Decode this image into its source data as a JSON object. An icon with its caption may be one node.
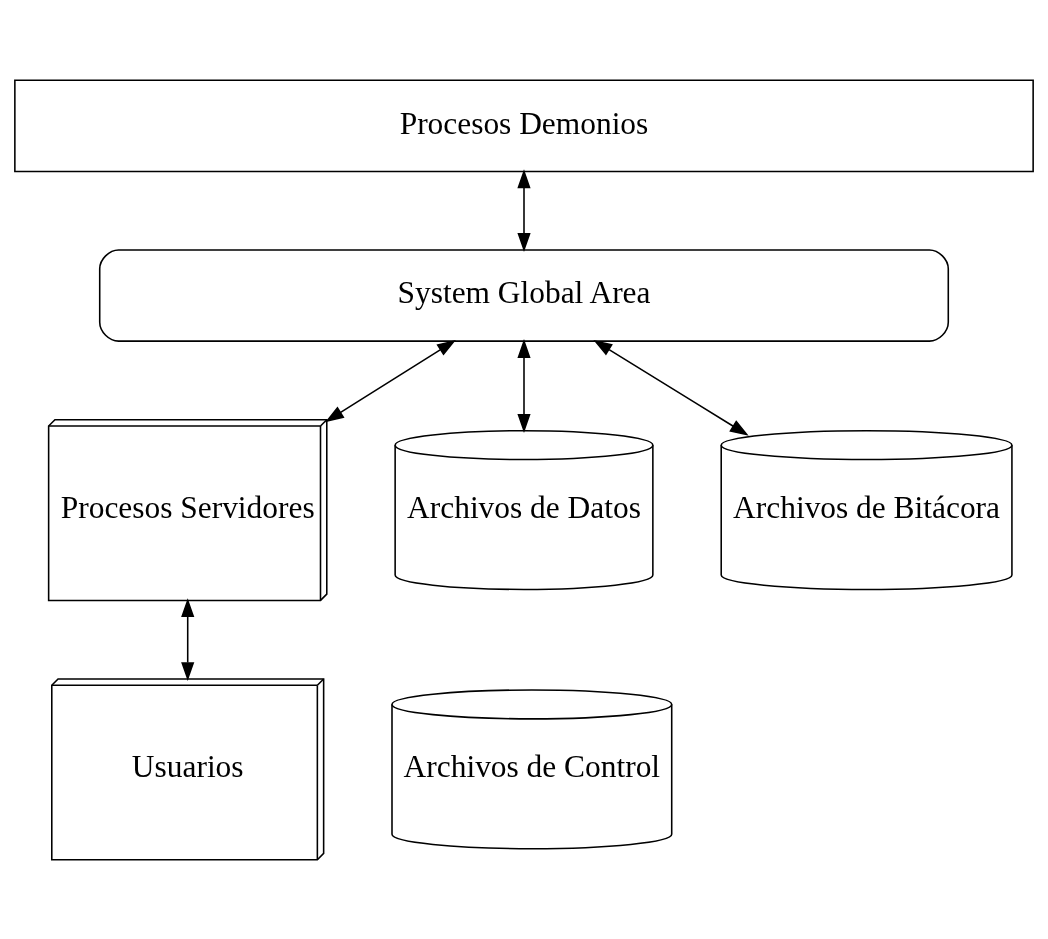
{
  "diagram": {
    "nodes": [
      {
        "text": [
          "Procesos Demonios"
        ]
      },
      {
        "text": [
          "System Global Area"
        ]
      },
      {
        "text": [
          "Procesos Servidores"
        ]
      },
      {
        "text": [
          "Usuarios"
        ]
      },
      {
        "text": [
          "Archivos de Datos"
        ]
      },
      {
        "text": [
          "Archivos de Bitácora"
        ]
      },
      {
        "text": [
          "Archivos de Control"
        ]
      }
    ],
    "edges": [
      {
        "from": 0,
        "to": 1,
        "arrow": "both"
      },
      {
        "from": 1,
        "to": 2,
        "arrow": "both"
      },
      {
        "from": 1,
        "to": 4,
        "arrow": "both"
      },
      {
        "from": 1,
        "to": 5,
        "arrow": "both"
      },
      {
        "from": 2,
        "to": 3,
        "arrow": "both"
      }
    ]
  }
}
